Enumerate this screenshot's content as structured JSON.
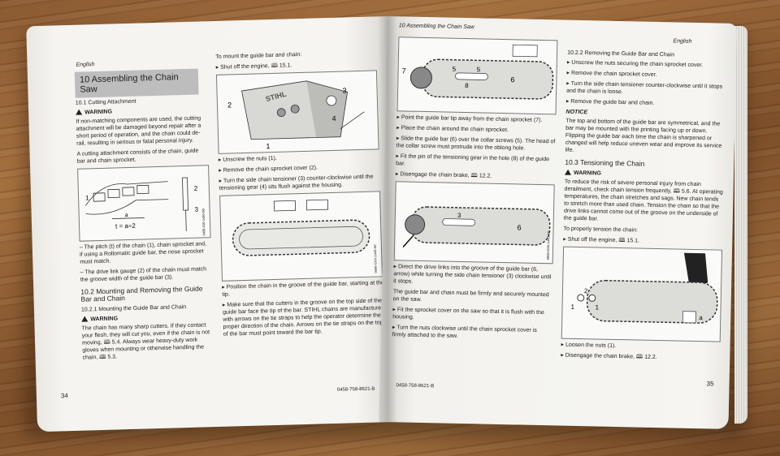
{
  "left_page": {
    "header_lang": "English",
    "chapter_title": "10 Assembling the Chain Saw",
    "s10_1": {
      "title": "10.1  Cutting Attachment",
      "warning_label": "WARNING",
      "warning_text": "If non-matching components are used, the cutting attachment will be damaged beyond repair after a short period of operation, and the chain could de-rail, resulting in serious or fatal personal injury.",
      "intro": "A cutting attachment consists of the chain, guide bar and chain sprocket.",
      "fig_labels": [
        "1",
        "2",
        "3",
        "a",
        "t = a÷2"
      ],
      "fig_code": "0458-010-1440-B0",
      "note1": "The pitch (t) of the chain (1), chain sprocket and, if using a Rollomatic guide bar, the nose sprocket must match.",
      "note2": "The drive link gauge (2) of the chain must match the groove width of the guide bar (3)."
    },
    "s10_2": {
      "title": "10.2  Mounting and Removing the Guide Bar and Chain",
      "sub": "10.2.1  Mounting the Guide Bar and Chain",
      "warning_label": "WARNING",
      "warning_text": "The chain has many sharp cutters. If they contact your flesh, they will cut you, even if the chain is not moving, 🕮 5.4. Always wear heavy-duty work gloves when mounting or otherwise handling the chain, 🕮 5.3."
    },
    "col2": {
      "lead": "To mount the guide bar and chain:",
      "step1": "Shut off the engine, 🕮 15.1.",
      "fig1_labels": [
        "2",
        "3",
        "4",
        "1"
      ],
      "fig1_brand": "STIHL",
      "step2": "Unscrew the nuts (1).",
      "step3": "Remove the chain sprocket cover (2).",
      "step4": "Turn the side chain tensioner (3) counter-clockwise until the tensioning gear (4) sits flush against the housing.",
      "fig2_code": "0000-GXX-1443-A0",
      "step5": "Position the chain in the groove of the guide bar, starting at the tip.",
      "step6": "Make sure that the cutters in the groove on the top side of the guide bar face the tip of the bar. STIHL chains are manufactured with arrows on the tie straps to help the operator determine the proper direction of the chain. Arrows on the tie straps on the top of the bar must point toward the bar tip."
    },
    "page_number": "34",
    "footer_code": "0458-758-8621-B"
  },
  "right_page": {
    "header_chapter": "10 Assembling the Chain Saw",
    "header_lang": "English",
    "col1": {
      "fig1_labels": [
        "7",
        "5",
        "5",
        "6",
        "8"
      ],
      "step1": "Point the guide bar tip away from the chain sprocket (7).",
      "step2": "Place the chain around the chain sprocket.",
      "step3": "Slide the guide bar (6) over the collar screws (5). The head of the collar screw must protrude into the oblong hole.",
      "step4": "Fit the pin of the tensioning gear in the hole (8) of the guide bar.",
      "step5": "Disengage the chain brake, 🕮 12.2.",
      "fig2_labels": [
        "3",
        "6"
      ],
      "fig2_code": "0000-GXX-1445-A0",
      "step6": "Direct the drive links into the groove of the guide bar (6, arrow) while turning the side chain tensioner (3) clockwise until it stops.",
      "step6b": "The guide bar and chain must be firmly and securely mounted on the saw.",
      "step7": "Fit the sprocket cover on the saw so that it is flush with the housing.",
      "step8": "Turn the nuts clockwise until the chain sprocket cover is firmly attached to the saw.",
      "footer_code": "0458-758-8621-B"
    },
    "col2": {
      "sub": "10.2.2  Removing the Guide Bar and Chain",
      "step1": "Unscrew the nuts securing the chain sprocket cover.",
      "step2": "Remove the chain sprocket cover.",
      "step3": "Turn the side chain tensioner counter-clockwise until it stops and the chain is loose.",
      "step4": "Remove the guide bar and chain.",
      "notice_label": "NOTICE",
      "notice_text": "The top and bottom of the guide bar are symmetrical, and the bar may be mounted with the printing facing up or down. Flipping the guide bar each time the chain is sharpened or changed will help reduce uneven wear and improve its service life.",
      "s10_3_title": "10.3  Tensioning the Chain",
      "warning_label": "WARNING",
      "warning_text": "To reduce the risk of severe personal injury from chain derailment, check chain tension frequently, 🕮 5.6. At operating temperatures, the chain stretches and sags. New chain tends to stretch more than used chain. Tension the chain so that the drive links cannot come out of the groove on the underside of the guide bar.",
      "lead": "To properly tension the chain:",
      "step5": "Shut off the engine, 🕮 15.1.",
      "fig_labels": [
        "2",
        "1",
        "1",
        "a"
      ],
      "step6": "Loosen the nuts (1).",
      "step7": "Disengage the chain brake, 🕮 12.2."
    },
    "page_number": "35"
  }
}
